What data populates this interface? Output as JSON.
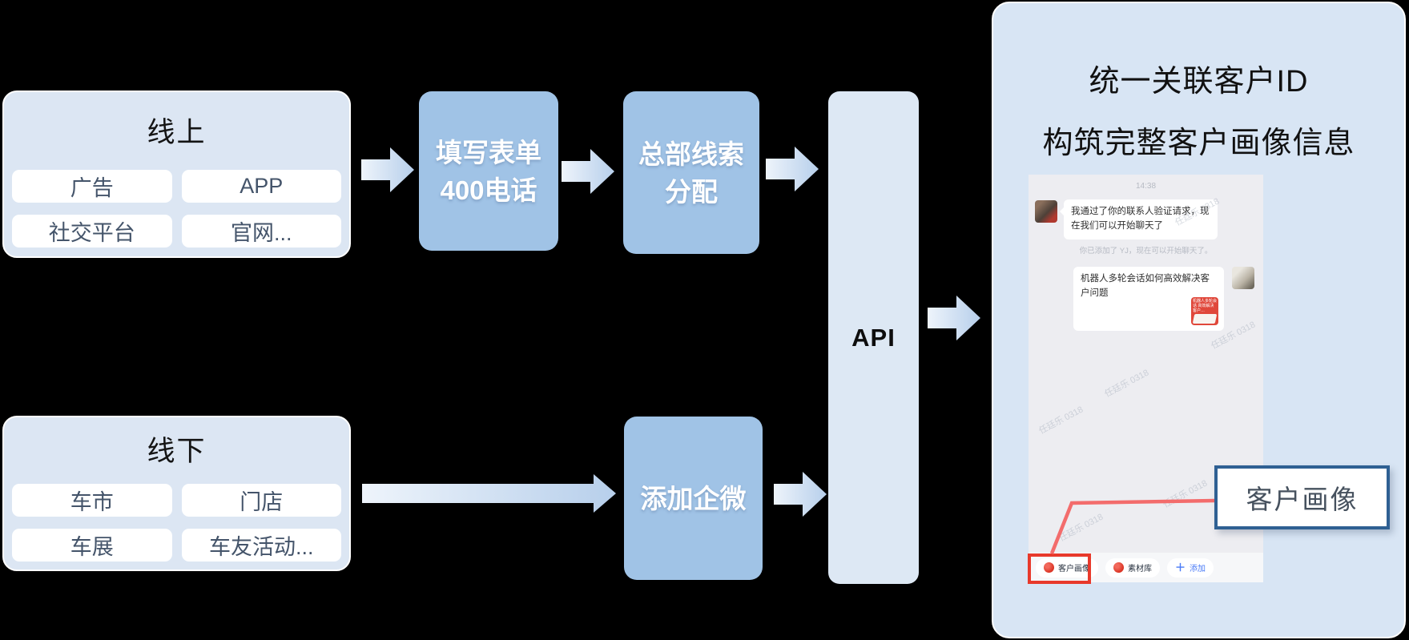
{
  "diagram": {
    "online_box": {
      "title": "线上",
      "chips": [
        "广告",
        "APP",
        "社交平台",
        "官网..."
      ]
    },
    "offline_box": {
      "title": "线下",
      "chips": [
        "车市",
        "门店",
        "车展",
        "车友活动..."
      ]
    },
    "form_box": {
      "line1": "填写表单",
      "line2": "400电话"
    },
    "hq_box": {
      "line1": "总部线索",
      "line2": "分配"
    },
    "qiwei_box": {
      "label": "添加企微"
    },
    "api_box": {
      "label": "API"
    }
  },
  "panel": {
    "title_line1": "统一关联客户ID",
    "title_line2": "构筑完整客户画像信息",
    "callout_label": "客户画像",
    "chat": {
      "timestamp": "14:38",
      "incoming_message": "我通过了你的联系人验证请求，现在我们可以开始聊天了",
      "system_message": "你已添加了 YJ，现在可以开始聊天了。",
      "outgoing_message": "机器人多轮会话如何高效解决客户问题",
      "card_text": "机器人多轮会话 高效解决客户…",
      "watermark": "任廷乐 0318",
      "toolbar": {
        "customer_profile": "客户画像",
        "material_library": "素材库",
        "add": "添加"
      }
    }
  },
  "colors": {
    "container_blue": "#dce6f3",
    "step_blue": "#a0c3e6",
    "panel_blue": "#d8e5f4",
    "chip_text": "#44546a",
    "accent_red": "#e8392b",
    "connector_red": "#f36c6c",
    "callout_border": "#2f6093",
    "link_blue": "#4a7bf7"
  }
}
